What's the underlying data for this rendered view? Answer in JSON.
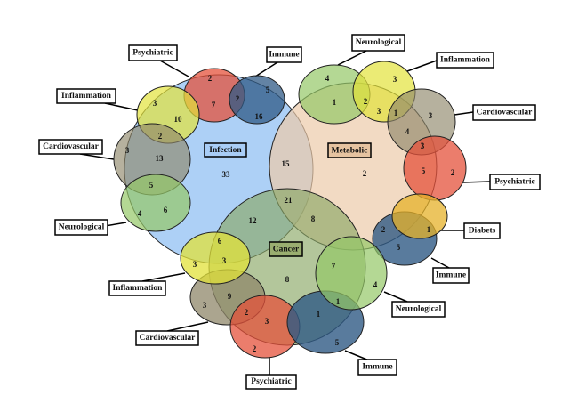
{
  "colors": {
    "infection": "#a9cdf6",
    "metabolic": "#eccaa9",
    "cancer": "#8aa766",
    "psychiatric": "#e4523b",
    "immune": "#2f5a85",
    "inflammation": "#e2e23a",
    "cardiovascular": "#8f876a",
    "neurological": "#94c866",
    "diabets": "#e6b22a"
  },
  "centers": {
    "infection": {
      "label": "Infection",
      "value": "33"
    },
    "metabolic": {
      "label": "Metabolic",
      "value": "2"
    },
    "cancer": {
      "label": "Cancer",
      "value": "8"
    }
  },
  "pairwise": {
    "infection_metabolic": "15",
    "all_three": "21",
    "infection_cancer": "12",
    "metabolic_cancer": "8"
  },
  "infection_group": {
    "labels": {
      "psychiatric": "Psychiatric",
      "immune": "Immune",
      "inflammation": "Inflammation",
      "cardiovascular": "Cardiovascular",
      "neurological": "Neurological"
    },
    "values": {
      "psychiatric_only": "2",
      "psychiatric_infection": "7",
      "psychiatric_immune": "2",
      "immune_only": "5",
      "immune_infection": "16",
      "inflammation_only": "3",
      "inflammation_infection": "10",
      "inflammation_cardio": "2",
      "cardio_only": "3",
      "cardio_infection": "13",
      "cardio_neuro": "5",
      "neuro_only": "4",
      "neuro_infection": "6"
    }
  },
  "metabolic_group": {
    "labels": {
      "neurological": "Neurological",
      "inflammation": "Inflammation",
      "cardiovascular": "Cardiovascular",
      "psychiatric": "Psychiatric",
      "diabets": "Diabets",
      "immune": "Immune"
    },
    "values": {
      "neuro_only": "4",
      "neuro_metabolic": "1",
      "neuro_inflammation": "2",
      "inflammation_only": "3",
      "inflammation_metabolic": "3",
      "inflammation_cardio": "1",
      "cardio_only": "3",
      "cardio_metabolic": "4",
      "cardio_psychiatric": "3",
      "psychiatric_metabolic": "5",
      "psychiatric_only": "2",
      "immune_metabolic": "2",
      "immune_only": "5",
      "diabets_immune": "1"
    }
  },
  "cancer_group": {
    "labels": {
      "inflammation": "Inflammation",
      "cardiovascular": "Cardiovascular",
      "psychiatric": "Psychiatric",
      "immune": "Immune",
      "neurological": "Neurological"
    },
    "values": {
      "inflammation_infection": "6",
      "inflammation_only": "3",
      "inflammation_cancer": "3",
      "cardio_only": "3",
      "cardio_cancer": "9",
      "cardio_psychiatric": "2",
      "psychiatric_cancer": "3",
      "psychiatric_only": "2",
      "immune_cancer": "1",
      "immune_only": "5",
      "immune_neuro": "1",
      "neuro_cancer": "7",
      "neuro_only": "4"
    }
  }
}
